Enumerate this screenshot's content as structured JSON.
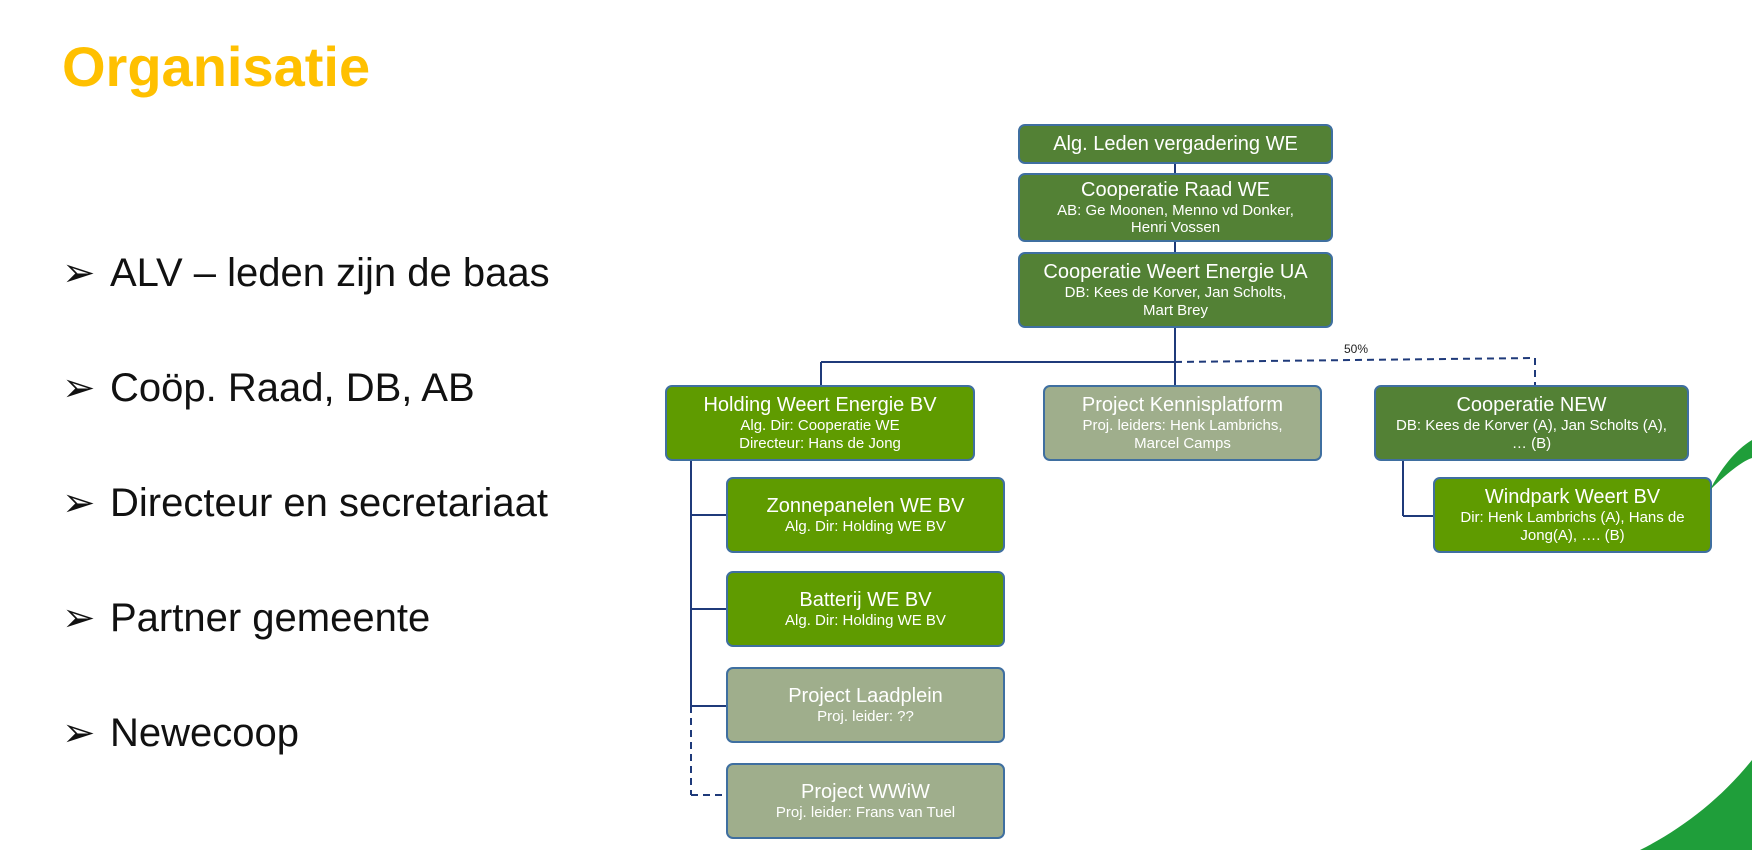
{
  "title": "Organisatie",
  "bullets": [
    {
      "icon": "arrow-bullet-icon",
      "text": "ALV – leden zijn de baas"
    },
    {
      "icon": "arrow-bullet-icon",
      "text": "Coöp. Raad, DB, AB"
    },
    {
      "icon": "arrow-bullet-icon",
      "text": "Directeur en secretariaat"
    },
    {
      "icon": "arrow-bullet-icon",
      "text": "Partner gemeente"
    },
    {
      "icon": "arrow-bullet-icon",
      "text": "Newecoop"
    }
  ],
  "org": {
    "alv": {
      "title": "Alg. Leden vergadering WE"
    },
    "raad": {
      "title": "Cooperatie Raad WE",
      "line1": "AB: Ge Moonen, Menno vd Donker,",
      "line2": "Henri Vossen"
    },
    "ua": {
      "title": "Cooperatie Weert Energie UA",
      "line1": "DB: Kees de Korver, Jan Scholts,",
      "line2": "Mart Brey"
    },
    "holding": {
      "title": "Holding Weert Energie BV",
      "line1": "Alg. Dir: Cooperatie WE",
      "line2": "Directeur: Hans de Jong"
    },
    "kennis": {
      "title": "Project Kennisplatform",
      "line1": "Proj. leiders: Henk Lambrichs,",
      "line2": "Marcel Camps"
    },
    "new": {
      "title": "Cooperatie NEW",
      "line1": "DB: Kees de Korver (A), Jan Scholts (A),",
      "line2": "… (B)"
    },
    "zon": {
      "title": "Zonnepanelen WE BV",
      "line1": "Alg. Dir: Holding WE BV"
    },
    "batterij": {
      "title": "Batterij WE BV",
      "line1": "Alg. Dir: Holding WE BV"
    },
    "laadplein": {
      "title": "Project Laadplein",
      "line1": "Proj. leider: ??"
    },
    "wwiw": {
      "title": "Project WWiW",
      "line1": "Proj. leider: Frans van Tuel"
    },
    "windpark": {
      "title": "Windpark Weert BV",
      "line1": "Dir: Henk Lambrichs (A), Hans de",
      "line2": "Jong(A), …. (B)"
    },
    "share_label": "50%"
  },
  "colors": {
    "title": "#FFC000",
    "dark_green": "#538135",
    "green": "#5f9b00",
    "grey": "#9fae8c",
    "border": "#3f6fa0",
    "connector": "#1f3a7a"
  }
}
